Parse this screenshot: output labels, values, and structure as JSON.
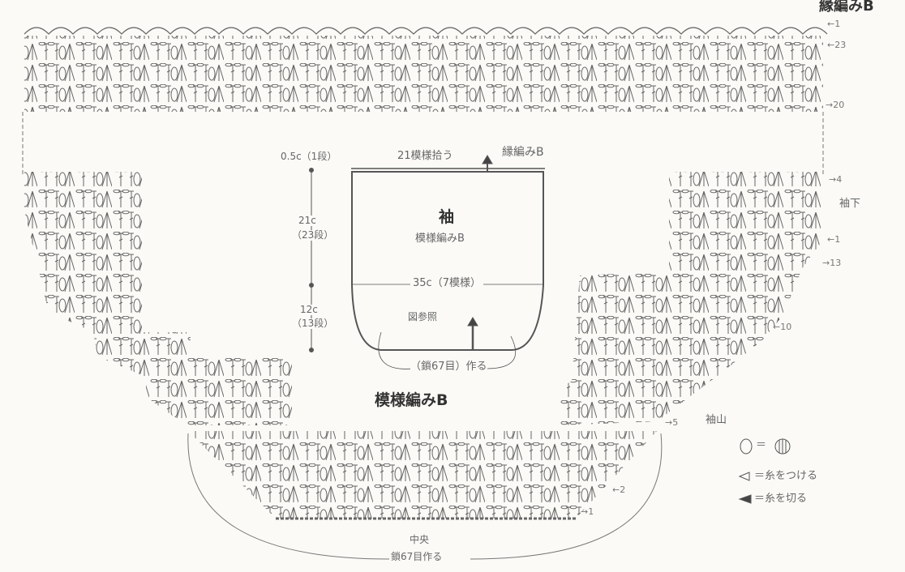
{
  "title_edging": "縁編みB",
  "pattern_title": "模様編みB",
  "sleeve_schematic": {
    "name": "袖",
    "pattern": "模様編みB",
    "pickup": "21模様拾う",
    "edging": "縁編みB",
    "width": "35c（7模様）",
    "see_chart": "図参照",
    "foundation": "（鎖67目）作る",
    "dim_top": "0.5c（1段）",
    "dim_mid_len": "21c",
    "dim_mid_rows": "（23段）",
    "dim_bottom_len": "12c",
    "dim_bottom_rows": "（13段）"
  },
  "row_labels": {
    "edge_1": "←1",
    "r23": "←23",
    "r20": "→20",
    "r4": "→4",
    "underarm": "袖下",
    "r1": "←1",
    "r13": "→13",
    "r10": "←10",
    "r5": "→5",
    "sleeve_cap": "袖山",
    "r2": "←2",
    "r1_bottom": "→1"
  },
  "bottom": {
    "center": "中央",
    "foundation": "鎖67目作る"
  },
  "legend": {
    "equals": "＝",
    "attach_yarn": "＝糸をつける",
    "cut_yarn": "＝糸を切る"
  },
  "colors": {
    "line": "#555555",
    "paper": "#fbfaf7"
  }
}
